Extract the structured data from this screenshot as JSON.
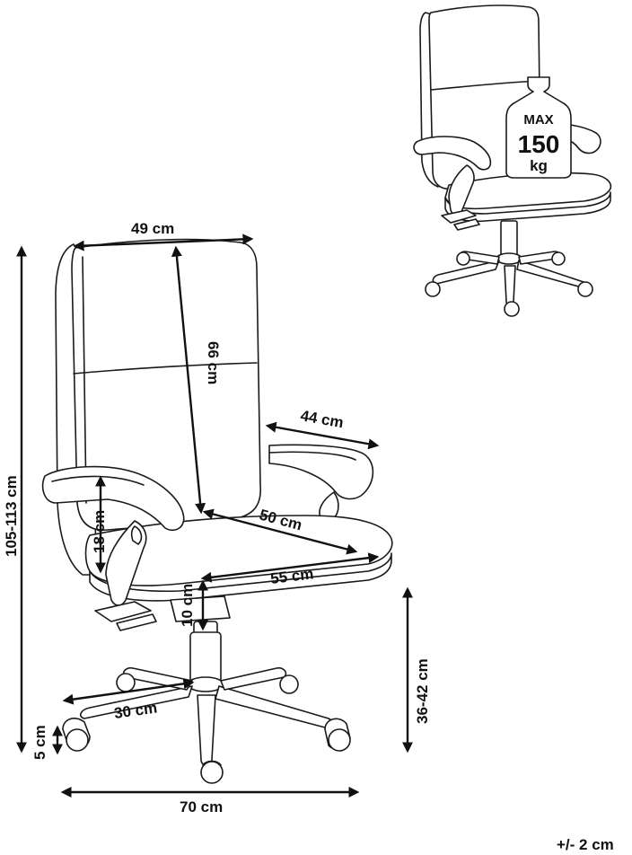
{
  "dimensions": {
    "seat_back_width": "49 cm",
    "backrest_height": "66 cm",
    "armrest_length": "44 cm",
    "seat_depth": "50 cm",
    "seat_width": "55 cm",
    "armrest_height": "18 cm",
    "seat_thickness": "10 cm",
    "total_height": "105-113 cm",
    "seat_height": "36-42 cm",
    "leg_length": "30 cm",
    "caster_height": "5 cm",
    "base_width": "70 cm"
  },
  "tolerance": "+/- 2 cm",
  "load_badge": {
    "line1": "MAX",
    "line2": "150",
    "line3": "kg"
  }
}
